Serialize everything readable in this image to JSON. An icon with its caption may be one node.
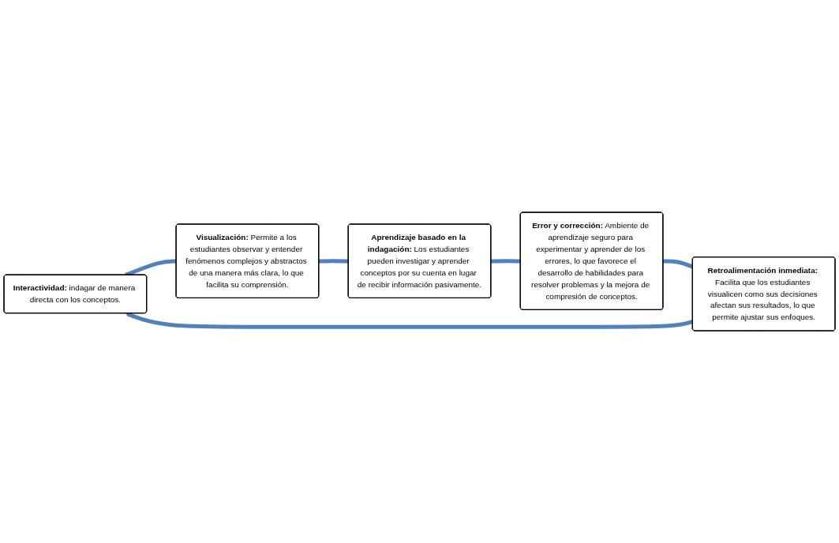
{
  "diagram": {
    "nodes": [
      {
        "text": [
          "**Interactividad:** indagar de manera directa con los conceptos."
        ]
      },
      {
        "text": [
          "**Visualización:** Permite a los estudiantes observar y entender fenómenos complejos y abstractos de una manera más clara, lo que facilita su comprensión."
        ]
      },
      {
        "text": [
          "**Aprendizaje basado en la indagación:** Los estudiantes pueden investigar y aprender conceptos por su cuenta en lugar de recibir información pasivamente."
        ]
      },
      {
        "text": [
          "**Error y corrección:** Ambiente de aprendizaje seguro para experimentar y aprender de los errores, lo que favorece el desarrollo de habilidades para resolver problemas y la mejora de compresión de conceptos."
        ]
      },
      {
        "text": [
          "**Retroalimentación inmediata:** Facilita que los estudiantes visualicen como sus decisiones afectan sus resultados, lo que permite ajustar sus enfoques."
        ]
      }
    ],
    "edges": [
      {
        "from": 4,
        "to": 0,
        "arrow": "to"
      },
      {
        "from": 0,
        "to": 1,
        "arrow": "none"
      },
      {
        "from": 1,
        "to": 2,
        "arrow": "none"
      },
      {
        "from": 2,
        "to": 3,
        "arrow": "none"
      },
      {
        "from": 3,
        "to": 4,
        "arrow": "none"
      }
    ]
  }
}
